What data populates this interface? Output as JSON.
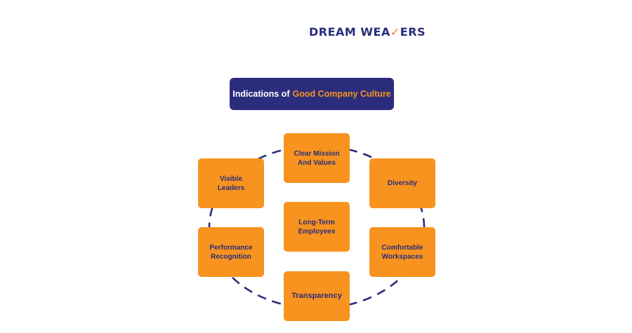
{
  "logo": {
    "text_before": "DREAM WEA",
    "check_glyph": "✓",
    "text_after": "ERS"
  },
  "title": {
    "prefix": "Indications of",
    "highlight": "Good Company Culture"
  },
  "nodes": [
    {
      "lines": [
        "Clear Mission",
        "And Values"
      ]
    },
    {
      "lines": [
        "Diversity"
      ]
    },
    {
      "lines": [
        "Comfortable",
        "Workspaces"
      ]
    },
    {
      "lines": [
        "Transparency"
      ]
    },
    {
      "lines": [
        "Performance",
        "Recognition"
      ]
    },
    {
      "lines": [
        "Visible",
        "Leaders"
      ]
    },
    {
      "lines": [
        "Long-Term",
        "Employees"
      ]
    }
  ],
  "colors": {
    "navy": "#2b2d7c",
    "orange": "#f7931e",
    "check_orange": "#f47b20",
    "ring": "#2b2d7c"
  }
}
